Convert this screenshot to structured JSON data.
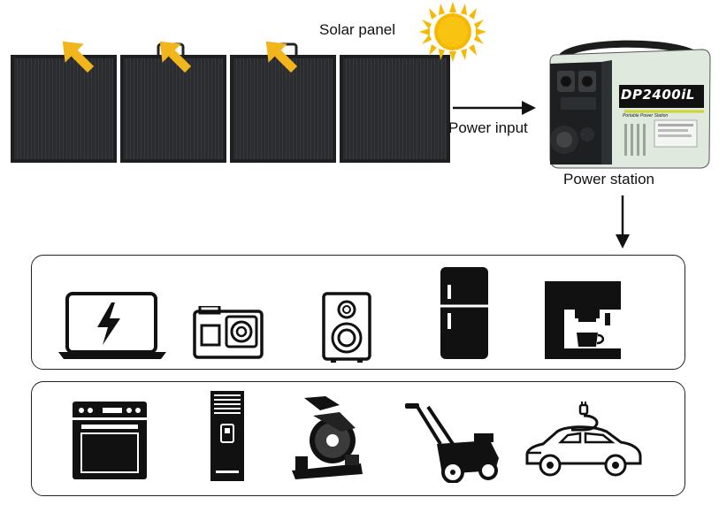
{
  "labels": {
    "solar_panel": "Solar panel",
    "power_input": "Power input",
    "power_station": "Power station"
  },
  "generator": {
    "model": "DP2400iL",
    "subtitle": "Portable Power Station"
  },
  "devices_row1": [
    {
      "icon": "laptop-charging-icon"
    },
    {
      "icon": "action-camera-icon"
    },
    {
      "icon": "speaker-icon"
    },
    {
      "icon": "refrigerator-icon"
    },
    {
      "icon": "coffee-machine-icon"
    }
  ],
  "devices_row2": [
    {
      "icon": "oven-icon"
    },
    {
      "icon": "air-conditioner-icon"
    },
    {
      "icon": "cut-off-saw-icon"
    },
    {
      "icon": "lawn-mower-icon"
    },
    {
      "icon": "electric-car-icon"
    }
  ],
  "colors": {
    "arrow_yellow": "#f2b61c",
    "sun_yellow": "#f7b900",
    "panel_dark": "#2b2d30",
    "generator_body": "#dfe9de",
    "icon_black": "#111111"
  }
}
